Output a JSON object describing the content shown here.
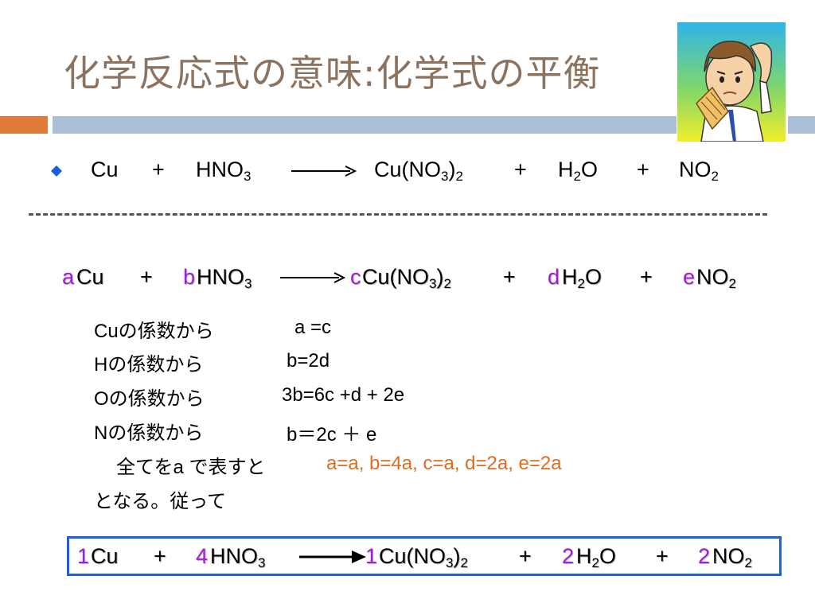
{
  "title": "化学反応式の意味:化学式の平衡",
  "colors": {
    "title": "#8b7360",
    "accent_orange": "#e07b39",
    "bar_blue": "#a9bfd6",
    "coef_purple": "#a61bd8",
    "solution_orange": "#e06d1f",
    "box_blue": "#1f5fdb",
    "bullet_blue": "#1a5ed8"
  },
  "icons": {
    "bullet": "diamond-bullet-icon",
    "illustration": "thinking-person-illustration",
    "arrow": "right-arrow-icon"
  },
  "eq1": {
    "cu": "Cu",
    "plus1": "+",
    "hno3": "HNO",
    "hno3_sub": "3",
    "cuno3": "Cu(NO",
    "cuno3_sub1": "3",
    "cuno3_close": ")",
    "cuno3_sub2": "2",
    "plus2": "+",
    "h2o_h": "H",
    "h2o_sub": "2",
    "h2o_o": "O",
    "plus3": "+",
    "no2": "NO",
    "no2_sub": "2"
  },
  "eq2": {
    "a": "a",
    "cu": "Cu",
    "plus1": "+",
    "b": "b",
    "hno3": "HNO",
    "hno3_sub": "3",
    "c": "c",
    "cuno3": "Cu(NO",
    "cuno3_sub1": "3",
    "cuno3_close": ")",
    "cuno3_sub2": "2",
    "plus2": "+",
    "d": "d",
    "h2o_h": "H",
    "h2o_sub": "2",
    "h2o_o": "O",
    "plus3": "+",
    "e": "e",
    "no2": "NO",
    "no2_sub": "2"
  },
  "lines": [
    {
      "label": "Cuの係数から",
      "value": "a =c"
    },
    {
      "label": "Hの係数から",
      "value": "b=2d"
    },
    {
      "label": "Oの係数から",
      "value": "3b=6c +d + 2e"
    },
    {
      "label": "Nの係数から",
      "value": "b＝2c  ＋ e"
    }
  ],
  "express_label": "全てをa で表すと",
  "solution": "a=a, b=4a, c=a, d=2a, e=2a",
  "conclusion": "となる。従って",
  "eq3": {
    "a": "1",
    "cu": "Cu",
    "plus1": "+",
    "b": "4",
    "hno3": "HNO",
    "hno3_sub": "3",
    "c": "1",
    "cuno3": "Cu(NO",
    "cuno3_sub1": "3",
    "cuno3_close": ")",
    "cuno3_sub2": "2",
    "plus2": "+",
    "d": "2",
    "h2o_h": "H",
    "h2o_sub": "2",
    "h2o_o": "O",
    "plus3": "+",
    "e": "2",
    "no2": "NO",
    "no2_sub": "2"
  }
}
